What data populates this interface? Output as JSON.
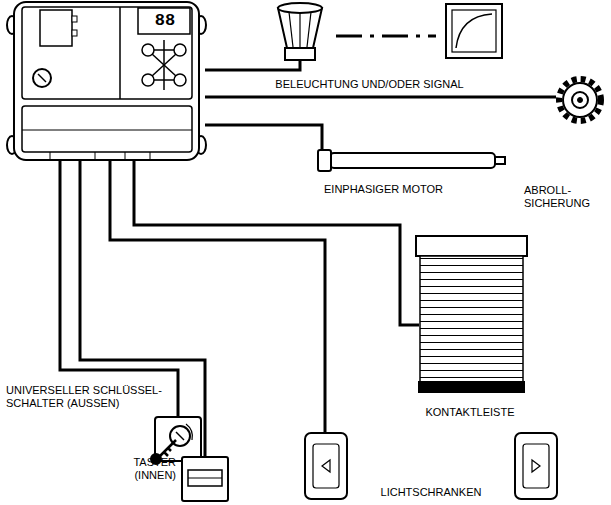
{
  "diagram": {
    "nodes": [
      {
        "text": [
          "88"
        ]
      },
      {
        "text": [
          "BELEUCHTUNG UND/ODER SIGNAL"
        ]
      },
      {
        "text": [
          "EINPHASIGER MOTOR"
        ]
      },
      {
        "text": [
          "ABROLL- SICHERUNG"
        ]
      },
      {
        "text": [
          "KONTAKTLEISTE"
        ]
      },
      {
        "text": [
          "UNIVERSELLER SCHLÜSSEL- SCHALTER (AUSSEN)"
        ]
      },
      {
        "text": [
          "TASTER (INNEN)"
        ]
      },
      {
        "text": [
          "LICHTSCHRANKEN"
        ]
      }
    ],
    "edges": [
      {
        "from": 0,
        "to": 1,
        "arrow": "none"
      },
      {
        "from": 0,
        "to": 3,
        "arrow": "none"
      },
      {
        "from": 0,
        "to": 2,
        "arrow": "none"
      },
      {
        "from": 0,
        "to": 4,
        "arrow": "none"
      },
      {
        "from": 0,
        "to": 7,
        "arrow": "none"
      },
      {
        "from": 0,
        "to": 6,
        "arrow": "none"
      },
      {
        "from": 0,
        "to": 5,
        "arrow": "none"
      }
    ]
  }
}
